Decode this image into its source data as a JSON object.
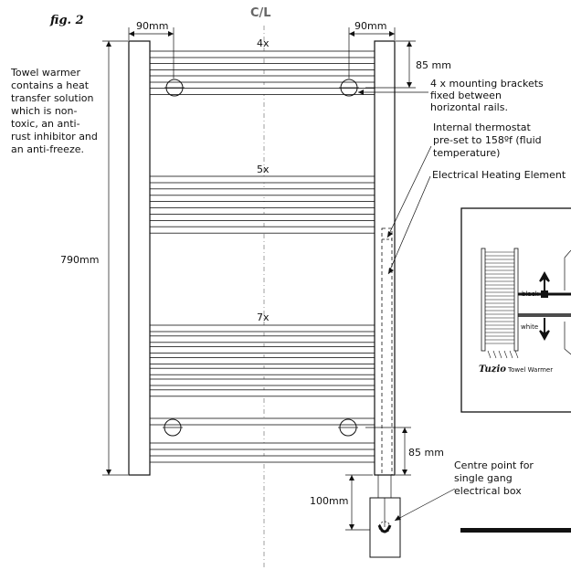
{
  "figure_label": "fig. 2",
  "centre_line_label": "C/L",
  "dimensions": {
    "left_offset": "90mm",
    "right_offset": "90mm",
    "height": "790mm",
    "top_bracket": "85 mm",
    "bottom_bracket": "85 mm",
    "box_drop": "100mm"
  },
  "rail_groups": [
    {
      "count_label": "4x",
      "rails": 4
    },
    {
      "count_label": "5x",
      "rails": 5
    },
    {
      "count_label": "7x",
      "rails": 7
    }
  ],
  "notes": {
    "fluid": [
      "Towel warmer",
      "contains a heat",
      "transfer solution",
      "which is non-",
      "toxic, an anti-",
      "rust inhibitor and",
      "an anti-freeze."
    ],
    "brackets": [
      "4 x mounting brackets",
      "fixed between",
      "horizontal rails."
    ],
    "thermostat": [
      "Internal thermostat",
      "pre-set to 158ºf (fluid",
      "temperature)"
    ],
    "element": [
      "Electrical Heating Element"
    ],
    "centre_point": [
      "Centre point for",
      "single gang",
      "electrical box"
    ]
  },
  "inset": {
    "wire_black": "black",
    "wire_white": "white",
    "brand": "Tuzio",
    "brand_caption": "Towel Warmer"
  }
}
